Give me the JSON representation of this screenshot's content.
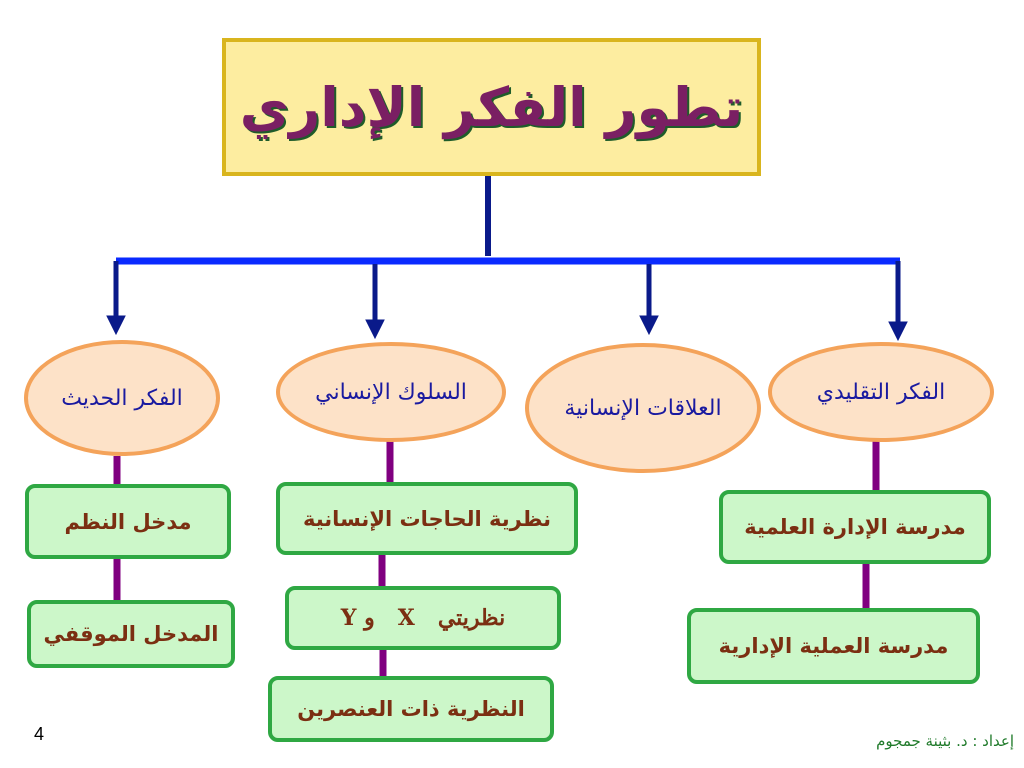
{
  "title": "تطور الفكر الإداري",
  "branches": [
    "الفكر الحديث",
    "السلوك الإنساني",
    "العلاقات الإنسانية",
    "الفكر التقليدي"
  ],
  "subs": {
    "modern_1": "مدخل النظم",
    "modern_2": "المدخل الموقفي",
    "behavior_1": "نظرية الحاجات الإنسانية",
    "behavior_2": "نظريتي   X   و Y",
    "behavior_3": "النظرية ذات العنصرين",
    "classic_1": "مدرسة الإدارة العلمية",
    "classic_2": "مدرسة العملية الإدارية"
  },
  "page_number": "4",
  "footer": "إعداد : د. بثينة جمجوم",
  "colors": {
    "title_bg": "#fdeda0",
    "title_border": "#d9b51e",
    "branch_line": "#0a2aff",
    "arrow": "#0a1a8a",
    "ellipse_fill": "#fde2c8",
    "ellipse_border": "#f4a35a",
    "box_fill": "#ccf7c9",
    "box_border": "#2fa843",
    "connector": "#800080"
  }
}
